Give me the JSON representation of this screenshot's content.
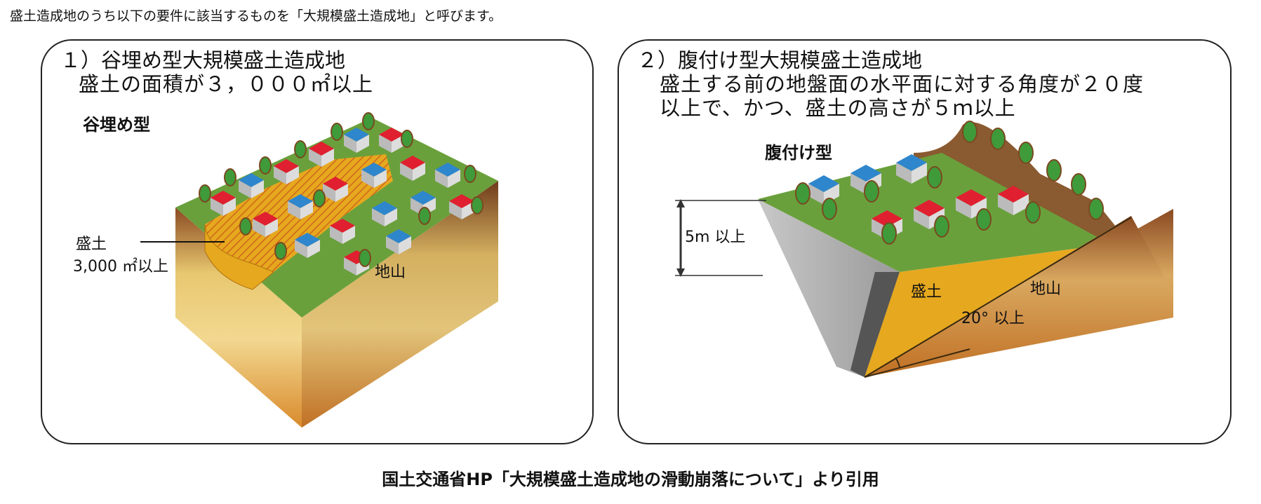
{
  "intro": "盛土造成地のうち以下の要件に該当するものを「大規模盛土造成地」と呼びます。",
  "left": {
    "title": "１）谷埋め型大規模盛土造成地",
    "condition": "盛土の面積が３，０００㎡以上",
    "diagram_label": "谷埋め型",
    "fill_label": "盛土",
    "fill_area": "3,000 ㎡以上",
    "ground_label": "地山"
  },
  "right": {
    "title": "２）腹付け型大規模盛土造成地",
    "condition_line1": "盛土する前の地盤面の水平面に対する角度が２０度",
    "condition_line2": "以上で、かつ、盛土の高さが５ｍ以上",
    "diagram_label": "腹付け型",
    "height_label": "5m 以上",
    "fill_label": "盛土",
    "ground_label": "地山",
    "angle_label": "20° 以上"
  },
  "footer": "国土交通省HP「大規模盛土造成地の滑動崩落について」より引用",
  "colors": {
    "border": "#222222",
    "grass": "#6aa03c",
    "fill": "#e6a81e",
    "soil_dark": "#8a4a22",
    "soil_light": "#e8c870",
    "roof_red": "#e02030",
    "roof_blue": "#2e86cc",
    "tree": "#3f9a3a",
    "wall": "#9a9a9a"
  }
}
